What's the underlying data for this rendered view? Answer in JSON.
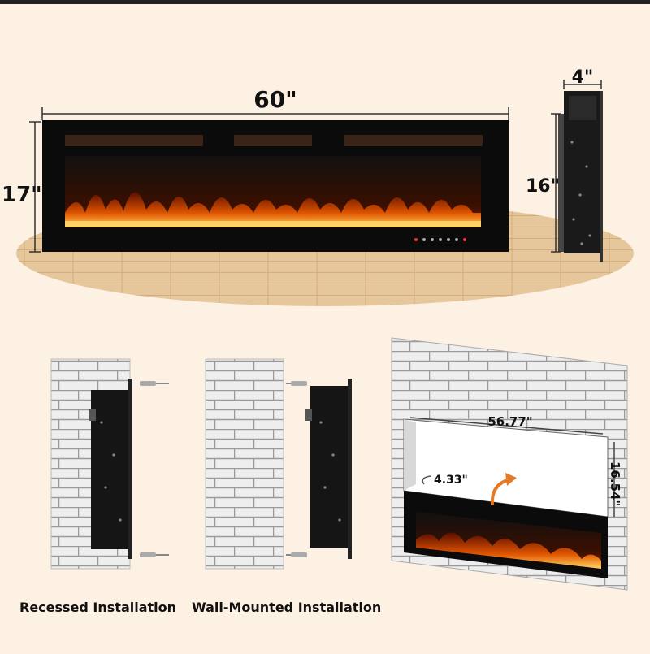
{
  "dimensions": {
    "width": "60\"",
    "height": "17\"",
    "depth": "4\"",
    "side_height": "16\"",
    "cutout_width": "56.77\"",
    "cutout_height": "16.54\"",
    "cutout_depth": "4.33\""
  },
  "captions": {
    "recessed": "Recessed Installation",
    "wall_mounted": "Wall-Mounted Installation"
  },
  "colors": {
    "background": "#fdf1e4",
    "frame": "#0b0b0b",
    "flame": "#ff9a1f",
    "floor": "#e6c79c",
    "brick_fill": "#eeeeee",
    "brick_line": "#9a9a9a",
    "arrow": "#e57a26"
  },
  "icons": [
    "screw-icon",
    "bracket-icon",
    "curved-arrow-icon",
    "control-button-icon"
  ]
}
